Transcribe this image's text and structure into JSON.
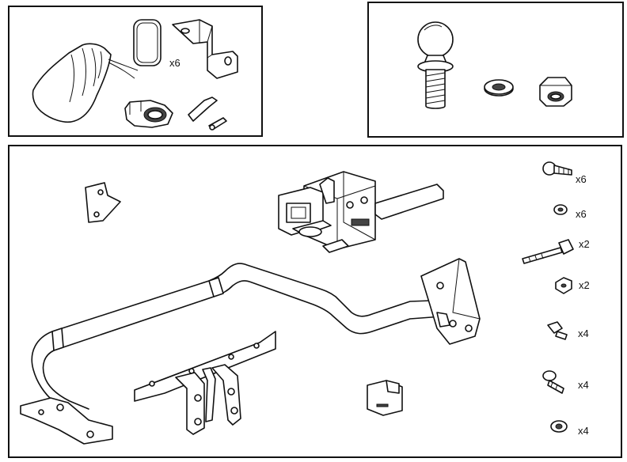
{
  "kit": {
    "top_left": {
      "bracket_qty": "x6"
    },
    "bottom": {
      "flange_bolt_qty": "x6",
      "washer_qty": "x6",
      "long_bolt_qty": "x2",
      "nut_qty": "x2",
      "small_bolt_qty": "x4",
      "screw_qty": "x4",
      "rivet_nut_qty": "x4"
    }
  }
}
